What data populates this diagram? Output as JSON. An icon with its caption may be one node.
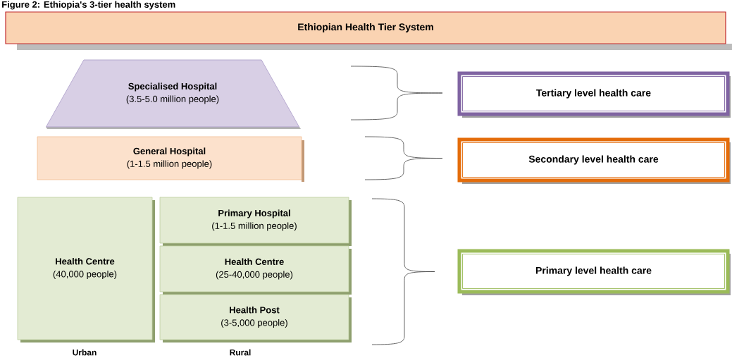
{
  "diagram": {
    "title": "Figure 2: Ethiopia's 3-tier health system",
    "nodes": [
      {
        "text": [
          "Ethiopian Health Tier System"
        ]
      },
      {
        "text": [
          "Specialised Hospital",
          "(3.5-5.0 million people)"
        ]
      },
      {
        "text": [
          "General Hospital",
          "(1-1.5 million people)"
        ]
      },
      {
        "text": [
          "Health Centre",
          "(40,000 people)"
        ]
      },
      {
        "text": [
          "Primary Hospital",
          "(1-1.5 million people)"
        ]
      },
      {
        "text": [
          "Health Centre",
          "(25-40,000 people)"
        ]
      },
      {
        "text": [
          "Health Post",
          "(3-5,000 people)"
        ]
      },
      {
        "text": [
          "Tertiary level health care"
        ]
      },
      {
        "text": [
          "Secondary level health care"
        ]
      },
      {
        "text": [
          "Primary level health care"
        ]
      }
    ],
    "labels": [
      "Urban",
      "Rural"
    ]
  }
}
